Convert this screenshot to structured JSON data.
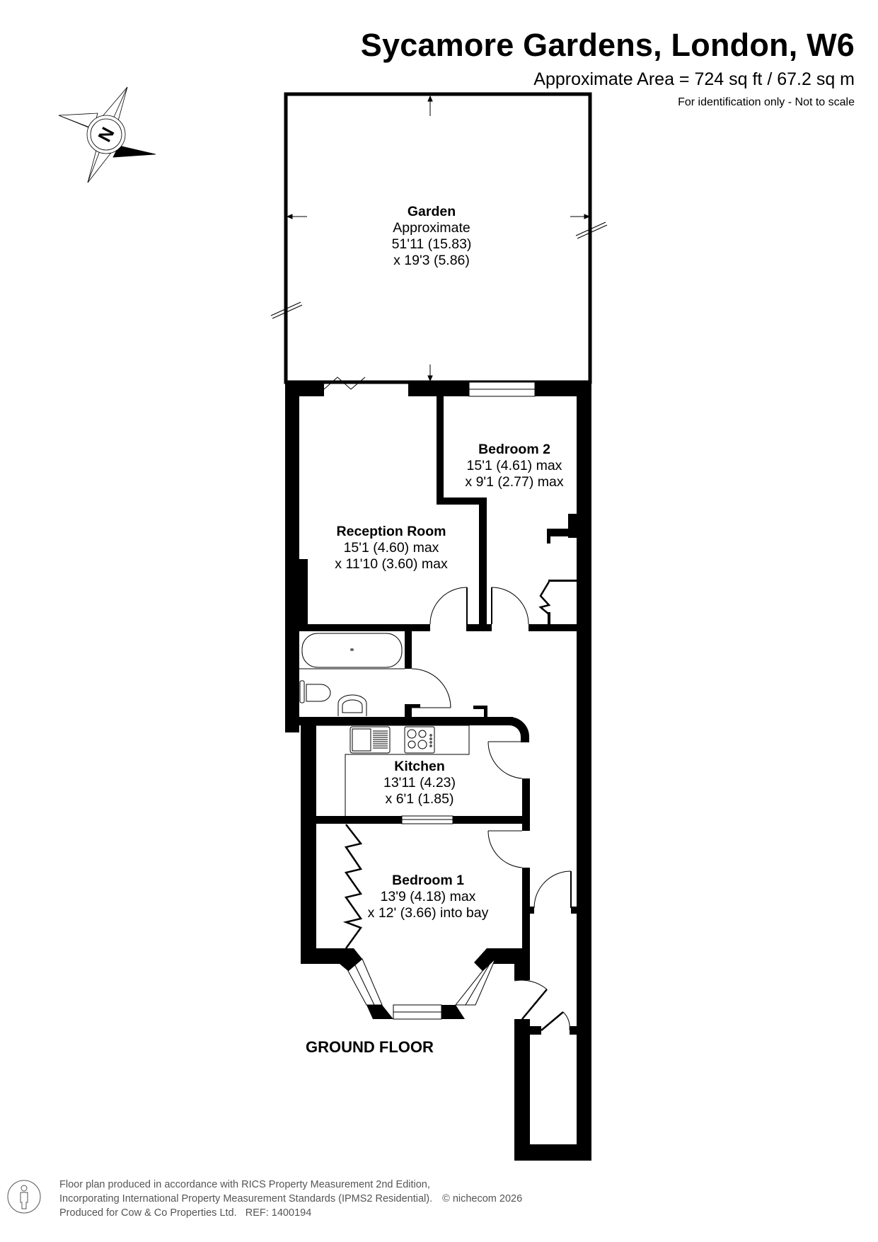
{
  "header": {
    "title": "Sycamore Gardens, London, W6",
    "area": "Approximate Area = 724 sq ft / 67.2 sq m",
    "disclaimer": "For identification only - Not to scale"
  },
  "compass": {
    "icon": "compass-north-icon",
    "letter": "N"
  },
  "rooms": {
    "garden": {
      "name": "Garden",
      "lines": [
        "Approximate",
        "51'11 (15.83)",
        "x 19'3 (5.86)"
      ]
    },
    "bedroom2": {
      "name": "Bedroom 2",
      "lines": [
        "15'1 (4.61) max",
        "x 9'1 (2.77) max"
      ]
    },
    "reception": {
      "name": "Reception Room",
      "lines": [
        "15'1 (4.60) max",
        "x 11'10 (3.60) max"
      ]
    },
    "kitchen": {
      "name": "Kitchen",
      "lines": [
        "13'11 (4.23)",
        "x 6'1 (1.85)"
      ]
    },
    "bedroom1": {
      "name": "Bedroom 1",
      "lines": [
        "13'9 (4.18) max",
        "x 12' (3.66) into bay"
      ]
    }
  },
  "floor_label": "GROUND FLOOR",
  "footer": {
    "line1": "Floor plan produced in accordance with RICS Property Measurement 2nd Edition,",
    "line2": "Incorporating International Property Measurement Standards (IPMS2 Residential).",
    "copyright": "© nichecom 2026",
    "line3_produced": "Produced for Cow & Co Properties Ltd.",
    "line3_ref": "REF: 1400194",
    "icon": "person-icon"
  },
  "colors": {
    "wall": "#000000",
    "background": "#ffffff",
    "footer_text": "#555555"
  }
}
